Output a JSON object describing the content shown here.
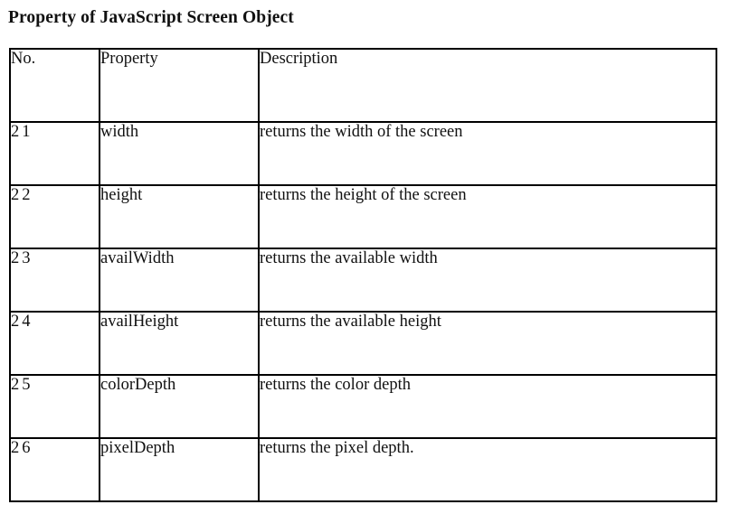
{
  "title": "Property of JavaScript Screen Object",
  "table": {
    "headers": {
      "no": "No.",
      "property": "Property",
      "description": "Description"
    },
    "rows": [
      {
        "no": "21",
        "property": "width",
        "description": "returns the width of the screen"
      },
      {
        "no": "22",
        "property": "height",
        "description": "returns the height of the screen"
      },
      {
        "no": "23",
        "property": "availWidth",
        "description": "returns the available width"
      },
      {
        "no": "24",
        "property": "availHeight",
        "description": "returns the available height"
      },
      {
        "no": "25",
        "property": "colorDepth",
        "description": "returns the color depth"
      },
      {
        "no": "26",
        "property": "pixelDepth",
        "description": "returns the pixel depth."
      }
    ]
  }
}
